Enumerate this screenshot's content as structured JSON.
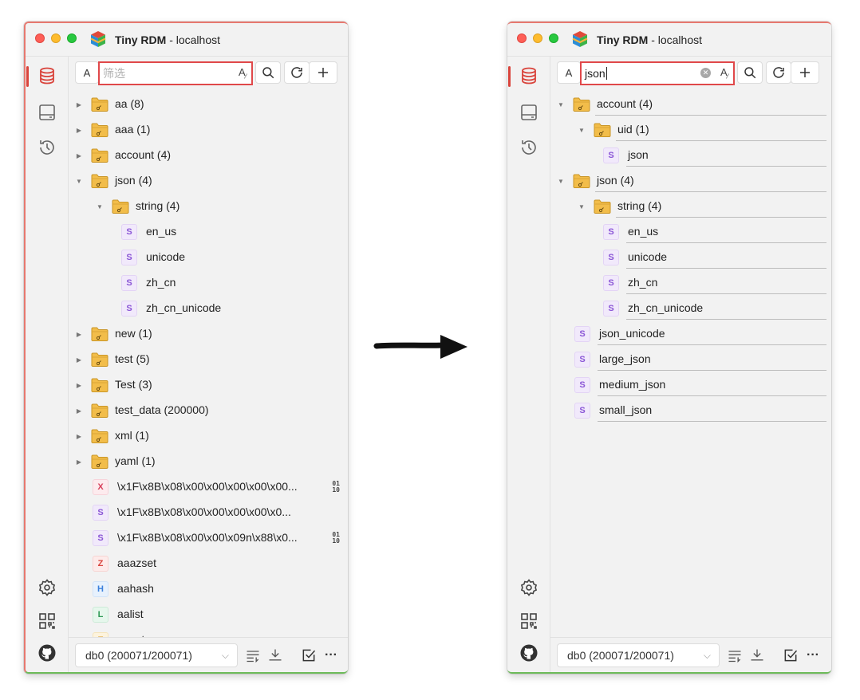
{
  "app": {
    "name": "Tiny RDM",
    "host": " - localhost"
  },
  "left": {
    "search": {
      "value": "",
      "placeholder": "筛选"
    },
    "case_label": "A",
    "db_select": "db0 (200071/200071)",
    "rows": [
      {
        "type": "folder",
        "level": 0,
        "label": "aa (8)",
        "expanded": false
      },
      {
        "type": "folder",
        "level": 0,
        "label": "aaa (1)",
        "expanded": false
      },
      {
        "type": "folder",
        "level": 0,
        "label": "account (4)",
        "expanded": false
      },
      {
        "type": "folder",
        "level": 0,
        "label": "json (4)",
        "expanded": true
      },
      {
        "type": "folder",
        "level": 1,
        "label": "string (4)",
        "expanded": true
      },
      {
        "type": "key",
        "level": 2,
        "badge": "S",
        "label": "en_us"
      },
      {
        "type": "key",
        "level": 2,
        "badge": "S",
        "label": "unicode"
      },
      {
        "type": "key",
        "level": 2,
        "badge": "S",
        "label": "zh_cn"
      },
      {
        "type": "key",
        "level": 2,
        "badge": "S",
        "label": "zh_cn_unicode"
      },
      {
        "type": "folder",
        "level": 0,
        "label": "new (1)",
        "expanded": false
      },
      {
        "type": "folder",
        "level": 0,
        "label": "test (5)",
        "expanded": false
      },
      {
        "type": "folder",
        "level": 0,
        "label": "Test (3)",
        "expanded": false
      },
      {
        "type": "folder",
        "level": 0,
        "label": "test_data (200000)",
        "expanded": false
      },
      {
        "type": "folder",
        "level": 0,
        "label": "xml (1)",
        "expanded": false
      },
      {
        "type": "folder",
        "level": 0,
        "label": "yaml (1)",
        "expanded": false
      },
      {
        "type": "key",
        "level": 0,
        "badge": "X",
        "label": "\\x1F\\x8B\\x08\\x00\\x00\\x00\\x00\\x00...",
        "binary": true
      },
      {
        "type": "key",
        "level": 0,
        "badge": "S",
        "label": "\\x1F\\x8B\\x08\\x00\\x00\\x00\\x00\\x0..."
      },
      {
        "type": "key",
        "level": 0,
        "badge": "S",
        "label": "\\x1F\\x8B\\x08\\x00\\x00\\x09n\\x88\\x0...",
        "binary": true
      },
      {
        "type": "key",
        "level": 0,
        "badge": "Z",
        "label": "aaazset"
      },
      {
        "type": "key",
        "level": 0,
        "badge": "H",
        "label": "aahash"
      },
      {
        "type": "key",
        "level": 0,
        "badge": "L",
        "label": "aalist"
      },
      {
        "type": "key",
        "level": 0,
        "badge": "E",
        "label": "aaset"
      }
    ]
  },
  "right": {
    "search": {
      "value": "json",
      "placeholder": ""
    },
    "case_label": "A",
    "db_select": "db0 (200071/200071)",
    "rows": [
      {
        "type": "folder",
        "level": 0,
        "label": "account (4)",
        "expanded": true
      },
      {
        "type": "folder",
        "level": 1,
        "label": "uid (1)",
        "expanded": true
      },
      {
        "type": "key",
        "level": 2,
        "badge": "S",
        "label": "json"
      },
      {
        "type": "folder",
        "level": 0,
        "label": "json (4)",
        "expanded": true
      },
      {
        "type": "folder",
        "level": 1,
        "label": "string (4)",
        "expanded": true
      },
      {
        "type": "key",
        "level": 2,
        "badge": "S",
        "label": "en_us"
      },
      {
        "type": "key",
        "level": 2,
        "badge": "S",
        "label": "unicode"
      },
      {
        "type": "key",
        "level": 2,
        "badge": "S",
        "label": "zh_cn"
      },
      {
        "type": "key",
        "level": 2,
        "badge": "S",
        "label": "zh_cn_unicode"
      },
      {
        "type": "key",
        "level": 0,
        "badge": "S",
        "label": "json_unicode"
      },
      {
        "type": "key",
        "level": 0,
        "badge": "S",
        "label": "large_json"
      },
      {
        "type": "key",
        "level": 0,
        "badge": "S",
        "label": "medium_json"
      },
      {
        "type": "key",
        "level": 0,
        "badge": "S",
        "label": "small_json"
      }
    ]
  },
  "binary_icon": {
    "top": "01",
    "bottom": "10"
  },
  "icons": {
    "sidebar": [
      "database-icon",
      "terminal-icon",
      "history-icon",
      "settings-icon",
      "layout-icon",
      "github-icon"
    ],
    "toolbar": [
      "case-sensitive-icon",
      "search-icon",
      "refresh-icon",
      "add-icon"
    ],
    "footer": [
      "chevron-down-icon",
      "filter-list-icon",
      "import-icon",
      "check-square-icon",
      "more-icon"
    ]
  },
  "colors": {
    "accent": "#d9443c",
    "folder": "#f2bd4a",
    "search_border": "#e0484a",
    "arrow": "#111111"
  }
}
